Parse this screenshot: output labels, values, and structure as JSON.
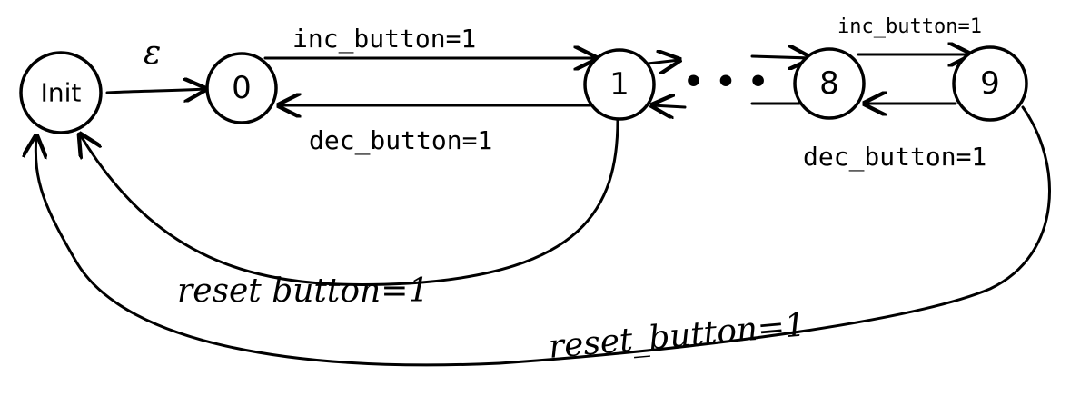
{
  "states": {
    "init": "Init",
    "s0": "0",
    "s1": "1",
    "s8": "8",
    "s9": "9"
  },
  "labels": {
    "epsilon": "ε",
    "inc_0_1": "inc_button=1",
    "dec_1_0": "dec_button=1",
    "inc_8_9": "inc_button=1",
    "dec_9_8": "dec_button=1",
    "reset_1": "reset button=1",
    "reset_9": "reset_button=1",
    "ellipsis": "• • •"
  },
  "colors": {
    "ink": "#000000",
    "background": "#ffffff"
  }
}
